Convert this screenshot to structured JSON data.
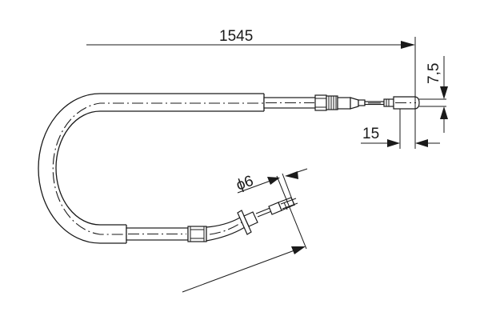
{
  "drawing": {
    "type": "cable technical drawing",
    "colors": {
      "line": "#1a1a1a",
      "background": "#ffffff"
    },
    "dimensions": {
      "overall_length": "1545",
      "end_fitting_height": "7,5",
      "end_fitting_length": "15",
      "diameter": "ϕ6"
    }
  }
}
